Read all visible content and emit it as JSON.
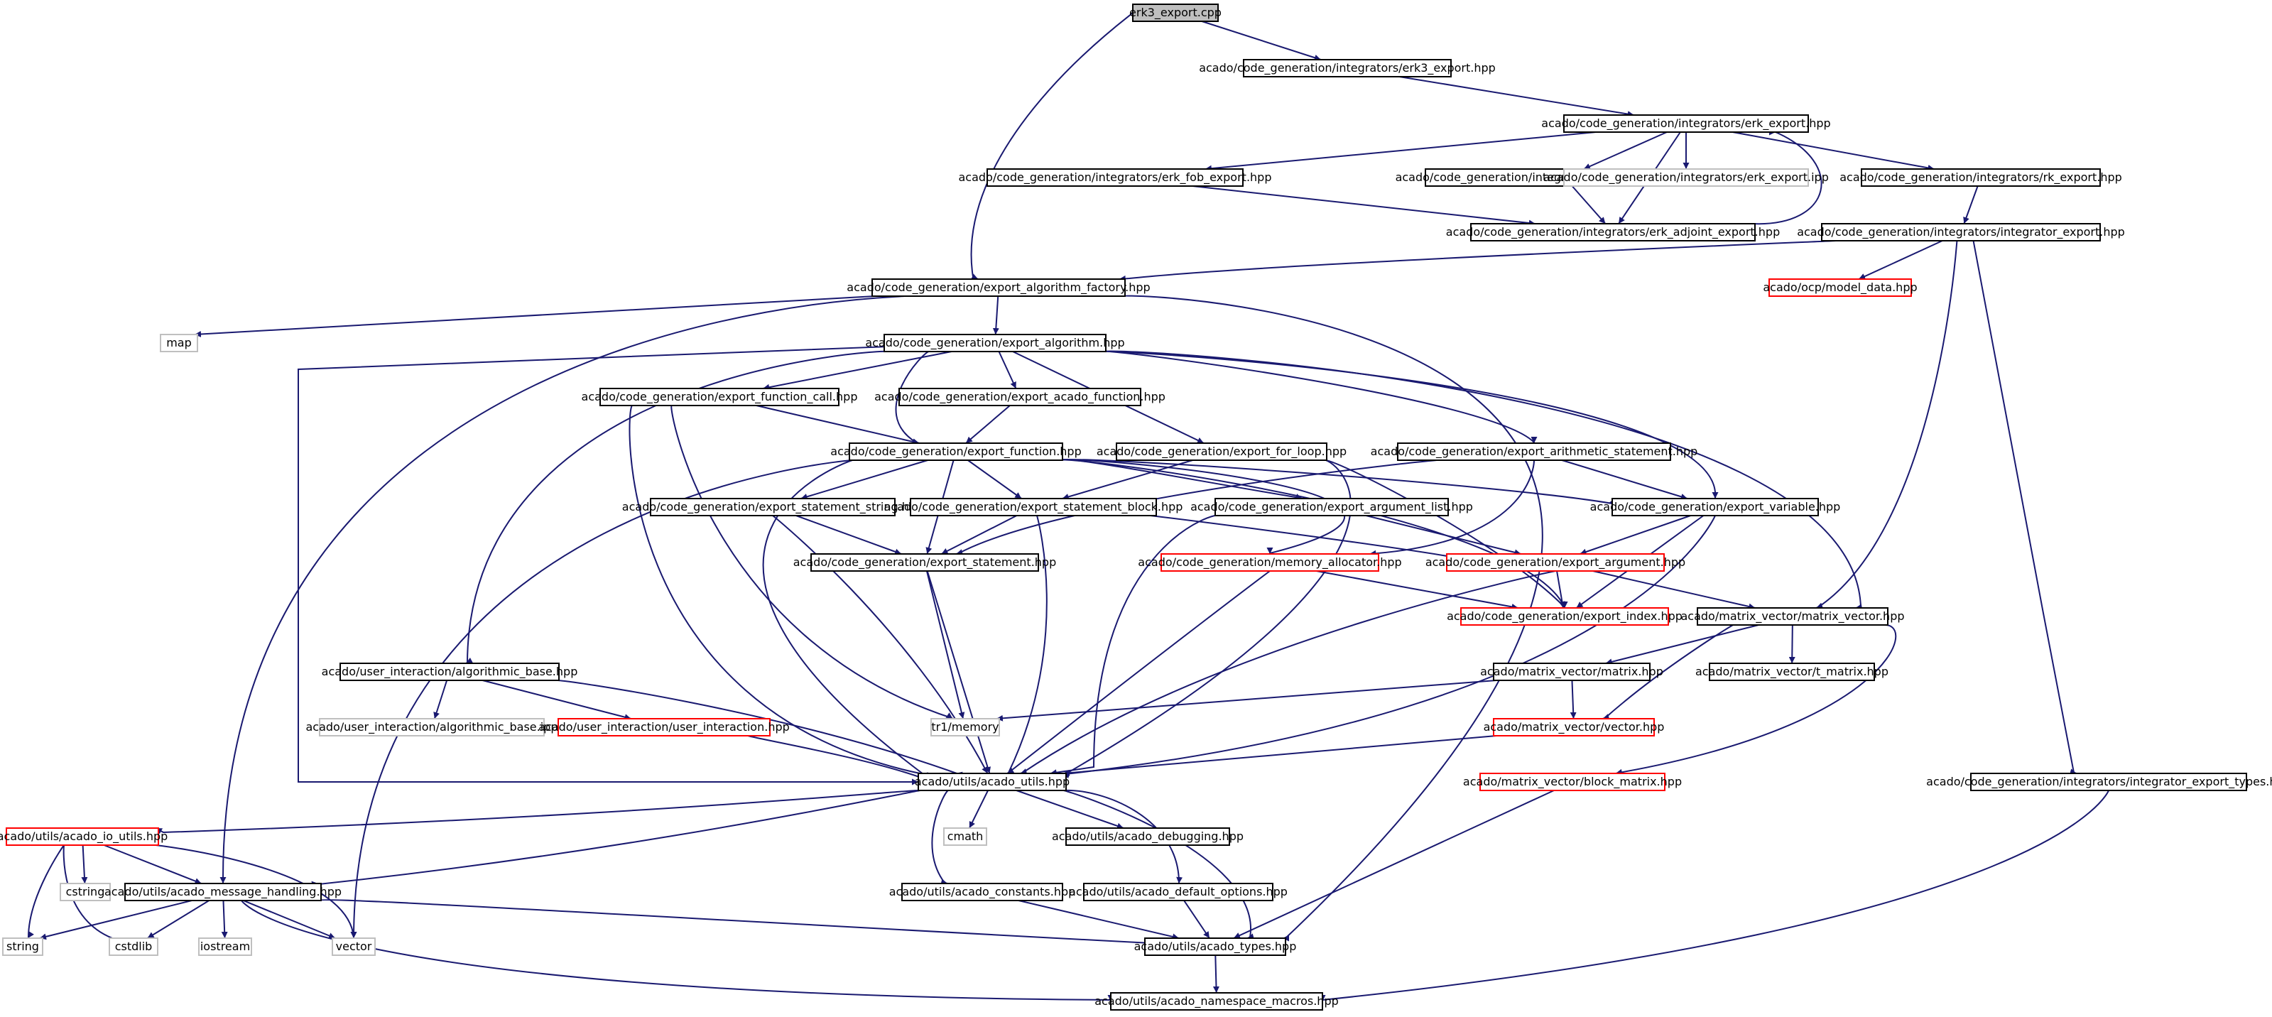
{
  "title": "",
  "colors": {
    "edge": "#191970",
    "root_fill": "#bfbfbf",
    "node_fill": "#ffffff",
    "border_normal": "#000000",
    "border_truncated": "#ff0000",
    "border_external": "#bfbfbf"
  },
  "nodes": [
    {
      "id": "erk3_cpp",
      "label": "erk3_export.cpp",
      "kind": "root"
    },
    {
      "id": "erk3_hpp",
      "label": "acado/code_generation/integrators/erk3_export.hpp",
      "kind": "normal"
    },
    {
      "id": "erk_hpp",
      "label": "acado/code_generation/integrators/erk_export.hpp",
      "kind": "normal"
    },
    {
      "id": "erk_fob",
      "label": "acado/code_generation/integrators/erk_fob_export.hpp",
      "kind": "normal"
    },
    {
      "id": "erk_3sweep",
      "label": "acado/code_generation/integrators/erk_3sweep_export.hpp",
      "kind": "normal"
    },
    {
      "id": "erk_ipp",
      "label": "acado/code_generation/integrators/erk_export.ipp",
      "kind": "external"
    },
    {
      "id": "rk_hpp",
      "label": "acado/code_generation/integrators/rk_export.hpp",
      "kind": "normal"
    },
    {
      "id": "erk_adjoint",
      "label": "acado/code_generation/integrators/erk_adjoint_export.hpp",
      "kind": "normal"
    },
    {
      "id": "integrator_export",
      "label": "acado/code_generation/integrators/integrator_export.hpp",
      "kind": "normal"
    },
    {
      "id": "model_data",
      "label": "acado/ocp/model_data.hpp",
      "kind": "truncated"
    },
    {
      "id": "alg_factory",
      "label": "acado/code_generation/export_algorithm_factory.hpp",
      "kind": "normal"
    },
    {
      "id": "map",
      "label": "map",
      "kind": "external"
    },
    {
      "id": "export_algorithm",
      "label": "acado/code_generation/export_algorithm.hpp",
      "kind": "normal"
    },
    {
      "id": "export_function_call",
      "label": "acado/code_generation/export_function_call.hpp",
      "kind": "normal"
    },
    {
      "id": "export_acado_function",
      "label": "acado/code_generation/export_acado_function.hpp",
      "kind": "normal"
    },
    {
      "id": "export_function",
      "label": "acado/code_generation/export_function.hpp",
      "kind": "normal"
    },
    {
      "id": "export_for_loop",
      "label": "acado/code_generation/export_for_loop.hpp",
      "kind": "normal"
    },
    {
      "id": "export_arith",
      "label": "acado/code_generation/export_arithmetic_statement.hpp",
      "kind": "normal"
    },
    {
      "id": "export_stmt_string",
      "label": "acado/code_generation/export_statement_string.hpp",
      "kind": "normal"
    },
    {
      "id": "export_stmt_block",
      "label": "acado/code_generation/export_statement_block.hpp",
      "kind": "normal"
    },
    {
      "id": "export_arg_list",
      "label": "acado/code_generation/export_argument_list.hpp",
      "kind": "normal"
    },
    {
      "id": "export_variable",
      "label": "acado/code_generation/export_variable.hpp",
      "kind": "normal"
    },
    {
      "id": "export_statement",
      "label": "acado/code_generation/export_statement.hpp",
      "kind": "normal"
    },
    {
      "id": "memory_allocator",
      "label": "acado/code_generation/memory_allocator.hpp",
      "kind": "truncated"
    },
    {
      "id": "export_argument",
      "label": "acado/code_generation/export_argument.hpp",
      "kind": "truncated"
    },
    {
      "id": "export_index",
      "label": "acado/code_generation/export_index.hpp",
      "kind": "truncated"
    },
    {
      "id": "matrix_vector_h",
      "label": "acado/matrix_vector/matrix_vector.hpp",
      "kind": "normal"
    },
    {
      "id": "alg_base",
      "label": "acado/user_interaction/algorithmic_base.hpp",
      "kind": "normal"
    },
    {
      "id": "alg_base_ipp",
      "label": "acado/user_interaction/algorithmic_base.ipp",
      "kind": "external"
    },
    {
      "id": "user_interaction",
      "label": "acado/user_interaction/user_interaction.hpp",
      "kind": "truncated"
    },
    {
      "id": "tr1_memory",
      "label": "tr1/memory",
      "kind": "external"
    },
    {
      "id": "matrix_h",
      "label": "acado/matrix_vector/matrix.hpp",
      "kind": "normal"
    },
    {
      "id": "t_matrix",
      "label": "acado/matrix_vector/t_matrix.hpp",
      "kind": "normal"
    },
    {
      "id": "vector_h",
      "label": "acado/matrix_vector/vector.hpp",
      "kind": "truncated"
    },
    {
      "id": "acado_utils",
      "label": "acado/utils/acado_utils.hpp",
      "kind": "normal"
    },
    {
      "id": "block_matrix",
      "label": "acado/matrix_vector/block_matrix.hpp",
      "kind": "truncated"
    },
    {
      "id": "int_export_types",
      "label": "acado/code_generation/integrators/integrator_export_types.hpp",
      "kind": "normal"
    },
    {
      "id": "io_utils",
      "label": "acado/utils/acado_io_utils.hpp",
      "kind": "truncated"
    },
    {
      "id": "cmath",
      "label": "cmath",
      "kind": "external"
    },
    {
      "id": "debugging",
      "label": "acado/utils/acado_debugging.hpp",
      "kind": "normal"
    },
    {
      "id": "cstring",
      "label": "cstring",
      "kind": "external"
    },
    {
      "id": "msg_handling",
      "label": "acado/utils/acado_message_handling.hpp",
      "kind": "normal"
    },
    {
      "id": "constants",
      "label": "acado/utils/acado_constants.hpp",
      "kind": "normal"
    },
    {
      "id": "default_options",
      "label": "acado/utils/acado_default_options.hpp",
      "kind": "normal"
    },
    {
      "id": "string",
      "label": "string",
      "kind": "external"
    },
    {
      "id": "cstdlib",
      "label": "cstdlib",
      "kind": "external"
    },
    {
      "id": "iostream",
      "label": "iostream",
      "kind": "external"
    },
    {
      "id": "vector_std",
      "label": "vector",
      "kind": "external"
    },
    {
      "id": "acado_types",
      "label": "acado/utils/acado_types.hpp",
      "kind": "normal"
    },
    {
      "id": "ns_macros",
      "label": "acado/utils/acado_namespace_macros.hpp",
      "kind": "normal"
    }
  ],
  "edges": [
    [
      "erk3_cpp",
      "erk3_hpp"
    ],
    [
      "erk3_cpp",
      "alg_factory"
    ],
    [
      "erk3_hpp",
      "erk_hpp"
    ],
    [
      "erk_hpp",
      "erk_fob"
    ],
    [
      "erk_hpp",
      "erk_3sweep"
    ],
    [
      "erk_hpp",
      "erk_ipp"
    ],
    [
      "erk_hpp",
      "rk_hpp"
    ],
    [
      "erk_hpp",
      "erk_adjoint"
    ],
    [
      "erk_fob",
      "erk_adjoint"
    ],
    [
      "erk_3sweep",
      "erk_adjoint"
    ],
    [
      "erk_adjoint",
      "erk_hpp"
    ],
    [
      "rk_hpp",
      "integrator_export"
    ],
    [
      "integrator_export",
      "alg_factory"
    ],
    [
      "integrator_export",
      "model_data"
    ],
    [
      "integrator_export",
      "matrix_vector_h"
    ],
    [
      "integrator_export",
      "int_export_types"
    ],
    [
      "alg_factory",
      "map"
    ],
    [
      "alg_factory",
      "export_algorithm"
    ],
    [
      "alg_factory",
      "msg_handling"
    ],
    [
      "alg_factory",
      "acado_types"
    ],
    [
      "export_algorithm",
      "export_function_call"
    ],
    [
      "export_algorithm",
      "export_acado_function"
    ],
    [
      "export_algorithm",
      "export_function"
    ],
    [
      "export_algorithm",
      "export_for_loop"
    ],
    [
      "export_algorithm",
      "export_arith"
    ],
    [
      "export_algorithm",
      "export_variable"
    ],
    [
      "export_algorithm",
      "alg_base"
    ],
    [
      "export_algorithm",
      "acado_utils"
    ],
    [
      "export_algorithm",
      "matrix_vector_h"
    ],
    [
      "export_function_call",
      "export_function"
    ],
    [
      "export_function_call",
      "acado_utils"
    ],
    [
      "export_function_call",
      "tr1_memory"
    ],
    [
      "export_acado_function",
      "export_function"
    ],
    [
      "export_function",
      "export_stmt_string"
    ],
    [
      "export_function",
      "export_stmt_block"
    ],
    [
      "export_function",
      "export_arg_list"
    ],
    [
      "export_function",
      "export_variable"
    ],
    [
      "export_function",
      "export_statement"
    ],
    [
      "export_function",
      "acado_utils"
    ],
    [
      "export_function",
      "memory_allocator"
    ],
    [
      "export_function",
      "vector_std"
    ],
    [
      "export_function",
      "export_index"
    ],
    [
      "export_for_loop",
      "export_stmt_block"
    ],
    [
      "export_for_loop",
      "export_index"
    ],
    [
      "export_for_loop",
      "acado_utils"
    ],
    [
      "export_arith",
      "export_variable"
    ],
    [
      "export_arith",
      "memory_allocator"
    ],
    [
      "export_arith",
      "export_statement"
    ],
    [
      "export_stmt_string",
      "export_statement"
    ],
    [
      "export_stmt_string",
      "acado_utils"
    ],
    [
      "export_stmt_block",
      "export_statement"
    ],
    [
      "export_stmt_block",
      "acado_utils"
    ],
    [
      "export_stmt_block",
      "export_argument"
    ],
    [
      "export_arg_list",
      "export_argument"
    ],
    [
      "export_arg_list",
      "acado_utils"
    ],
    [
      "export_variable",
      "export_argument"
    ],
    [
      "export_variable",
      "export_index"
    ],
    [
      "export_variable",
      "acado_utils"
    ],
    [
      "export_statement",
      "acado_utils"
    ],
    [
      "export_statement",
      "tr1_memory"
    ],
    [
      "memory_allocator",
      "export_index"
    ],
    [
      "memory_allocator",
      "acado_utils"
    ],
    [
      "export_argument",
      "export_index"
    ],
    [
      "export_argument",
      "matrix_vector_h"
    ],
    [
      "export_argument",
      "acado_utils"
    ],
    [
      "matrix_vector_h",
      "matrix_h"
    ],
    [
      "matrix_vector_h",
      "t_matrix"
    ],
    [
      "matrix_vector_h",
      "vector_h"
    ],
    [
      "matrix_vector_h",
      "block_matrix"
    ],
    [
      "alg_base",
      "alg_base_ipp"
    ],
    [
      "alg_base",
      "user_interaction"
    ],
    [
      "alg_base",
      "acado_utils"
    ],
    [
      "user_interaction",
      "acado_utils"
    ],
    [
      "matrix_h",
      "tr1_memory"
    ],
    [
      "matrix_h",
      "vector_h"
    ],
    [
      "vector_h",
      "acado_utils"
    ],
    [
      "acado_utils",
      "io_utils"
    ],
    [
      "acado_utils",
      "cmath"
    ],
    [
      "acado_utils",
      "debugging"
    ],
    [
      "acado_utils",
      "msg_handling"
    ],
    [
      "acado_utils",
      "constants"
    ],
    [
      "acado_utils",
      "default_options"
    ],
    [
      "acado_utils",
      "acado_types"
    ],
    [
      "block_matrix",
      "acado_types"
    ],
    [
      "int_export_types",
      "ns_macros"
    ],
    [
      "io_utils",
      "cstring"
    ],
    [
      "io_utils",
      "msg_handling"
    ],
    [
      "io_utils",
      "string"
    ],
    [
      "io_utils",
      "cstdlib"
    ],
    [
      "io_utils",
      "vector_std"
    ],
    [
      "msg_handling",
      "string"
    ],
    [
      "msg_handling",
      "cstdlib"
    ],
    [
      "msg_handling",
      "iostream"
    ],
    [
      "msg_handling",
      "vector_std"
    ],
    [
      "msg_handling",
      "acado_types"
    ],
    [
      "msg_handling",
      "ns_macros"
    ],
    [
      "constants",
      "acado_types"
    ],
    [
      "default_options",
      "acado_types"
    ],
    [
      "acado_types",
      "ns_macros"
    ]
  ]
}
